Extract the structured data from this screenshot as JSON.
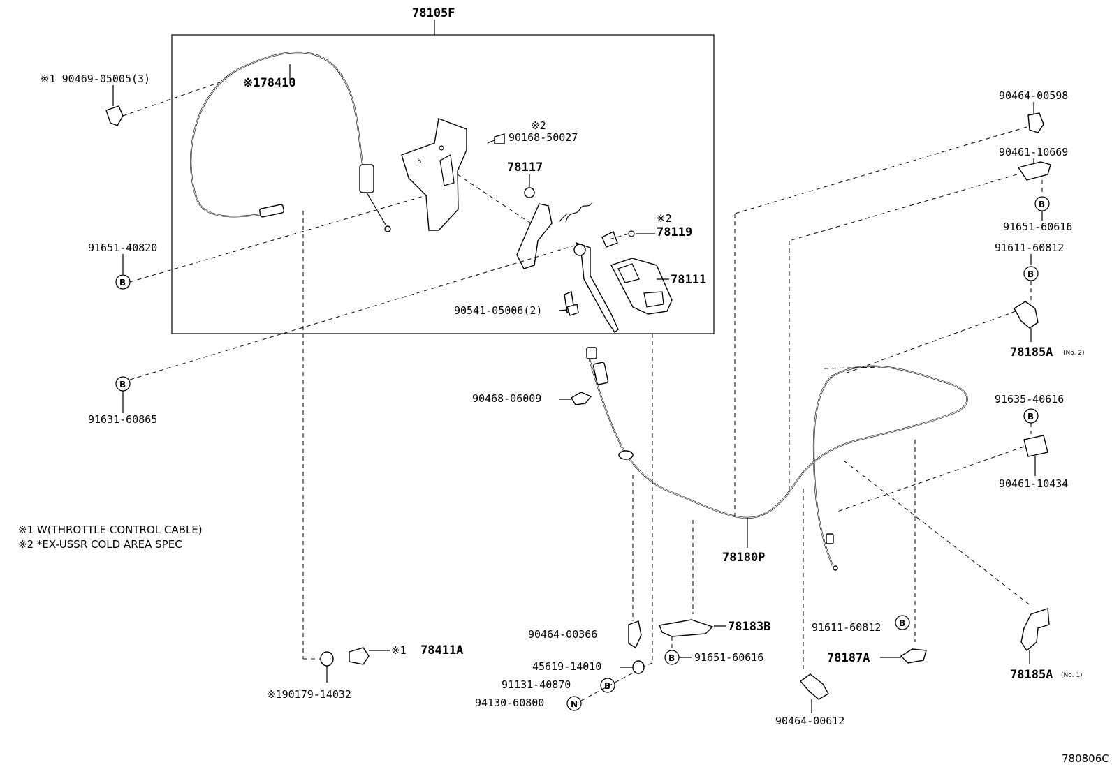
{
  "diagram": {
    "assembly_label": "78105F",
    "parts": {
      "p_178410": "※178410",
      "p_90469": "※1  90469-05005(3)",
      "p_90168_note": "※2",
      "p_90168": "90168-50027",
      "p_78117": "78117",
      "p_78119_note": "※2",
      "p_78119": "78119",
      "p_78111": "78111",
      "p_91651_40820": "91651-40820",
      "p_90541": "90541-05006(2)",
      "p_91631": "91631-60865",
      "p_90468": "90468-06009",
      "p_90464_00598": "90464-00598",
      "p_90461_10669": "90461-10669",
      "p_91651_60616_a": "91651-60616",
      "p_91611_60812_a": "91611-60812",
      "p_78185A_no2": "78185A",
      "p_78185A_no2_sub": "(No. 2)",
      "p_91635": "91635-40616",
      "p_90461_10434": "90461-10434",
      "p_78180P": "78180P",
      "p_90464_00366": "90464-00366",
      "p_78183B": "78183B",
      "p_91651_60616_b": "91651-60616",
      "p_45619": "45619-14010",
      "p_91131": "91131-40870",
      "p_94130": "94130-60800",
      "p_78411A_note": "※1",
      "p_78411A": "78411A",
      "p_90179": "※190179-14032",
      "p_91611_60812_b": "91611-60812",
      "p_78187A": "78187A",
      "p_90464_00612": "90464-00612",
      "p_78185A_no1": "78185A",
      "p_78185A_no1_sub": "(No. 1)"
    },
    "circle_marks": {
      "b": "B",
      "n": "N"
    },
    "notes": [
      "※1 W(THROTTLE CONTROL CABLE)",
      "※2 *EX-USSR COLD AREA SPEC"
    ],
    "diagram_code": "780806C"
  }
}
